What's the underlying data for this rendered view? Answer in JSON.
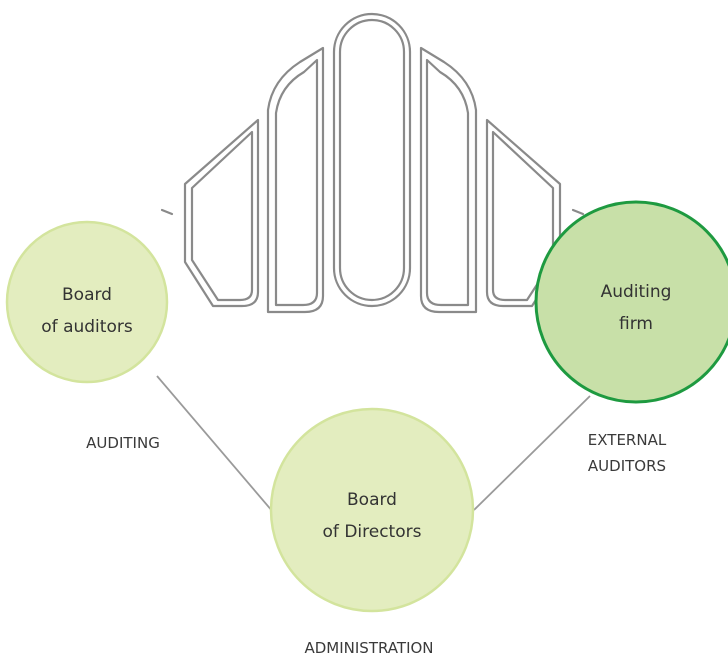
{
  "nodes": {
    "board_of_auditors": {
      "line1": "Board",
      "line2": "of auditors",
      "fill": "#e3edbf",
      "stroke": "#d3e49d"
    },
    "auditing_firm": {
      "line1": "Auditing",
      "line2": "firm",
      "fill": "#c8e0a8",
      "stroke": "#1e9a40"
    },
    "board_of_directors": {
      "line1": "Board",
      "line2": "of Directors",
      "fill": "#e3edbf",
      "stroke": "#d3e49d"
    }
  },
  "captions": {
    "auditing": "AUDITING",
    "external_line1": "EXTERNAL",
    "external_line2": "AUDITORS",
    "administration": "ADMINISTRATION"
  },
  "colors": {
    "connector": "#9a9a9a",
    "logo_stroke": "#8a8a8a",
    "text": "#333333"
  },
  "icons": {
    "logo": "bank-pillars-logo"
  }
}
